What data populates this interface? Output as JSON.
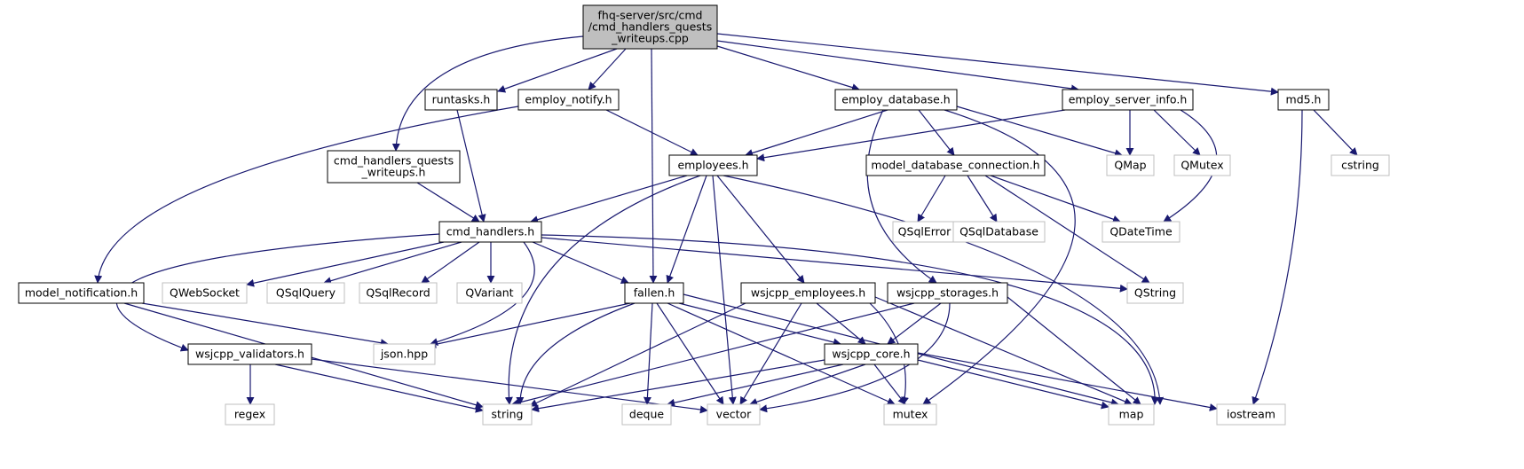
{
  "diagram": {
    "colors": {
      "edge": "#191970",
      "root_fill": "#bfbfbf",
      "node_fill": "#ffffff",
      "node_stroke": "#000000",
      "external_stroke": "#bfbfbf"
    },
    "nodes": [
      {
        "id": "root",
        "lines": [
          "fhq-server/src/cmd",
          "/cmd_handlers_quests",
          "_writeups.cpp"
        ],
        "kind": "root"
      },
      {
        "id": "runtasks",
        "lines": [
          "runtasks.h"
        ],
        "kind": "local"
      },
      {
        "id": "employ_notify",
        "lines": [
          "employ_notify.h"
        ],
        "kind": "local"
      },
      {
        "id": "employ_database",
        "lines": [
          "employ_database.h"
        ],
        "kind": "local"
      },
      {
        "id": "employ_server_info",
        "lines": [
          "employ_server_info.h"
        ],
        "kind": "local"
      },
      {
        "id": "md5",
        "lines": [
          "md5.h"
        ],
        "kind": "local"
      },
      {
        "id": "cmd_handlers_quests_writeups_h",
        "lines": [
          "cmd_handlers_quests",
          "_writeups.h"
        ],
        "kind": "local"
      },
      {
        "id": "employees",
        "lines": [
          "employees.h"
        ],
        "kind": "local"
      },
      {
        "id": "model_database_connection",
        "lines": [
          "model_database_connection.h"
        ],
        "kind": "local"
      },
      {
        "id": "QMap",
        "lines": [
          "QMap"
        ],
        "kind": "external"
      },
      {
        "id": "QMutex",
        "lines": [
          "QMutex"
        ],
        "kind": "external"
      },
      {
        "id": "cstring",
        "lines": [
          "cstring"
        ],
        "kind": "external"
      },
      {
        "id": "cmd_handlers",
        "lines": [
          "cmd_handlers.h"
        ],
        "kind": "local"
      },
      {
        "id": "QSqlError",
        "lines": [
          "QSqlError"
        ],
        "kind": "external"
      },
      {
        "id": "QSqlDatabase",
        "lines": [
          "QSqlDatabase"
        ],
        "kind": "external"
      },
      {
        "id": "QDateTime",
        "lines": [
          "QDateTime"
        ],
        "kind": "external"
      },
      {
        "id": "model_notification",
        "lines": [
          "model_notification.h"
        ],
        "kind": "local"
      },
      {
        "id": "QWebSocket",
        "lines": [
          "QWebSocket"
        ],
        "kind": "external"
      },
      {
        "id": "QSqlQuery",
        "lines": [
          "QSqlQuery"
        ],
        "kind": "external"
      },
      {
        "id": "QSqlRecord",
        "lines": [
          "QSqlRecord"
        ],
        "kind": "external"
      },
      {
        "id": "QVariant",
        "lines": [
          "QVariant"
        ],
        "kind": "external"
      },
      {
        "id": "fallen",
        "lines": [
          "fallen.h"
        ],
        "kind": "local"
      },
      {
        "id": "wsjcpp_employees",
        "lines": [
          "wsjcpp_employees.h"
        ],
        "kind": "local"
      },
      {
        "id": "wsjcpp_storages",
        "lines": [
          "wsjcpp_storages.h"
        ],
        "kind": "local"
      },
      {
        "id": "QString",
        "lines": [
          "QString"
        ],
        "kind": "external"
      },
      {
        "id": "wsjcpp_validators",
        "lines": [
          "wsjcpp_validators.h"
        ],
        "kind": "local"
      },
      {
        "id": "json_hpp",
        "lines": [
          "json.hpp"
        ],
        "kind": "external"
      },
      {
        "id": "wsjcpp_core",
        "lines": [
          "wsjcpp_core.h"
        ],
        "kind": "local"
      },
      {
        "id": "regex",
        "lines": [
          "regex"
        ],
        "kind": "external"
      },
      {
        "id": "string",
        "lines": [
          "string"
        ],
        "kind": "external"
      },
      {
        "id": "deque",
        "lines": [
          "deque"
        ],
        "kind": "external"
      },
      {
        "id": "vector",
        "lines": [
          "vector"
        ],
        "kind": "external"
      },
      {
        "id": "mutex",
        "lines": [
          "mutex"
        ],
        "kind": "external"
      },
      {
        "id": "map",
        "lines": [
          "map"
        ],
        "kind": "external"
      },
      {
        "id": "iostream",
        "lines": [
          "iostream"
        ],
        "kind": "external"
      }
    ],
    "edges": [
      [
        "root",
        "runtasks"
      ],
      [
        "root",
        "employ_notify"
      ],
      [
        "root",
        "employ_database"
      ],
      [
        "root",
        "employ_server_info"
      ],
      [
        "root",
        "md5"
      ],
      [
        "root",
        "cmd_handlers_quests_writeups_h"
      ],
      [
        "root",
        "fallen"
      ],
      [
        "runtasks",
        "cmd_handlers"
      ],
      [
        "employ_notify",
        "employees"
      ],
      [
        "employ_notify",
        "model_notification"
      ],
      [
        "employ_database",
        "employees"
      ],
      [
        "employ_database",
        "model_database_connection"
      ],
      [
        "employ_database",
        "QMap"
      ],
      [
        "employ_database",
        "wsjcpp_storages"
      ],
      [
        "employ_database",
        "mutex"
      ],
      [
        "employ_server_info",
        "employees"
      ],
      [
        "employ_server_info",
        "QMap"
      ],
      [
        "employ_server_info",
        "QMutex"
      ],
      [
        "employ_server_info",
        "QDateTime"
      ],
      [
        "md5",
        "cstring"
      ],
      [
        "md5",
        "iostream"
      ],
      [
        "cmd_handlers_quests_writeups_h",
        "cmd_handlers"
      ],
      [
        "employees",
        "cmd_handlers"
      ],
      [
        "employees",
        "fallen"
      ],
      [
        "employees",
        "wsjcpp_employees"
      ],
      [
        "employees",
        "string"
      ],
      [
        "employees",
        "vector"
      ],
      [
        "employees",
        "map"
      ],
      [
        "model_database_connection",
        "QSqlError"
      ],
      [
        "model_database_connection",
        "QSqlDatabase"
      ],
      [
        "model_database_connection",
        "QDateTime"
      ],
      [
        "model_database_connection",
        "QString"
      ],
      [
        "cmd_handlers",
        "QWebSocket"
      ],
      [
        "cmd_handlers",
        "QSqlQuery"
      ],
      [
        "cmd_handlers",
        "QSqlRecord"
      ],
      [
        "cmd_handlers",
        "QVariant"
      ],
      [
        "cmd_handlers",
        "fallen"
      ],
      [
        "cmd_handlers",
        "QString"
      ],
      [
        "cmd_handlers",
        "json_hpp"
      ],
      [
        "cmd_handlers",
        "wsjcpp_validators"
      ],
      [
        "cmd_handlers",
        "map"
      ],
      [
        "model_notification",
        "json_hpp"
      ],
      [
        "model_notification",
        "string"
      ],
      [
        "fallen",
        "json_hpp"
      ],
      [
        "fallen",
        "string"
      ],
      [
        "fallen",
        "deque"
      ],
      [
        "fallen",
        "vector"
      ],
      [
        "fallen",
        "mutex"
      ],
      [
        "fallen",
        "wsjcpp_core"
      ],
      [
        "fallen",
        "map"
      ],
      [
        "wsjcpp_employees",
        "string"
      ],
      [
        "wsjcpp_employees",
        "vector"
      ],
      [
        "wsjcpp_employees",
        "wsjcpp_core"
      ],
      [
        "wsjcpp_employees",
        "mutex"
      ],
      [
        "wsjcpp_employees",
        "map"
      ],
      [
        "wsjcpp_storages",
        "string"
      ],
      [
        "wsjcpp_storages",
        "wsjcpp_core"
      ],
      [
        "wsjcpp_storages",
        "vector"
      ],
      [
        "wsjcpp_storages",
        "map"
      ],
      [
        "wsjcpp_validators",
        "regex"
      ],
      [
        "wsjcpp_validators",
        "string"
      ],
      [
        "wsjcpp_validators",
        "vector"
      ],
      [
        "wsjcpp_core",
        "string"
      ],
      [
        "wsjcpp_core",
        "deque"
      ],
      [
        "wsjcpp_core",
        "vector"
      ],
      [
        "wsjcpp_core",
        "mutex"
      ],
      [
        "wsjcpp_core",
        "map"
      ],
      [
        "wsjcpp_core",
        "iostream"
      ]
    ]
  }
}
